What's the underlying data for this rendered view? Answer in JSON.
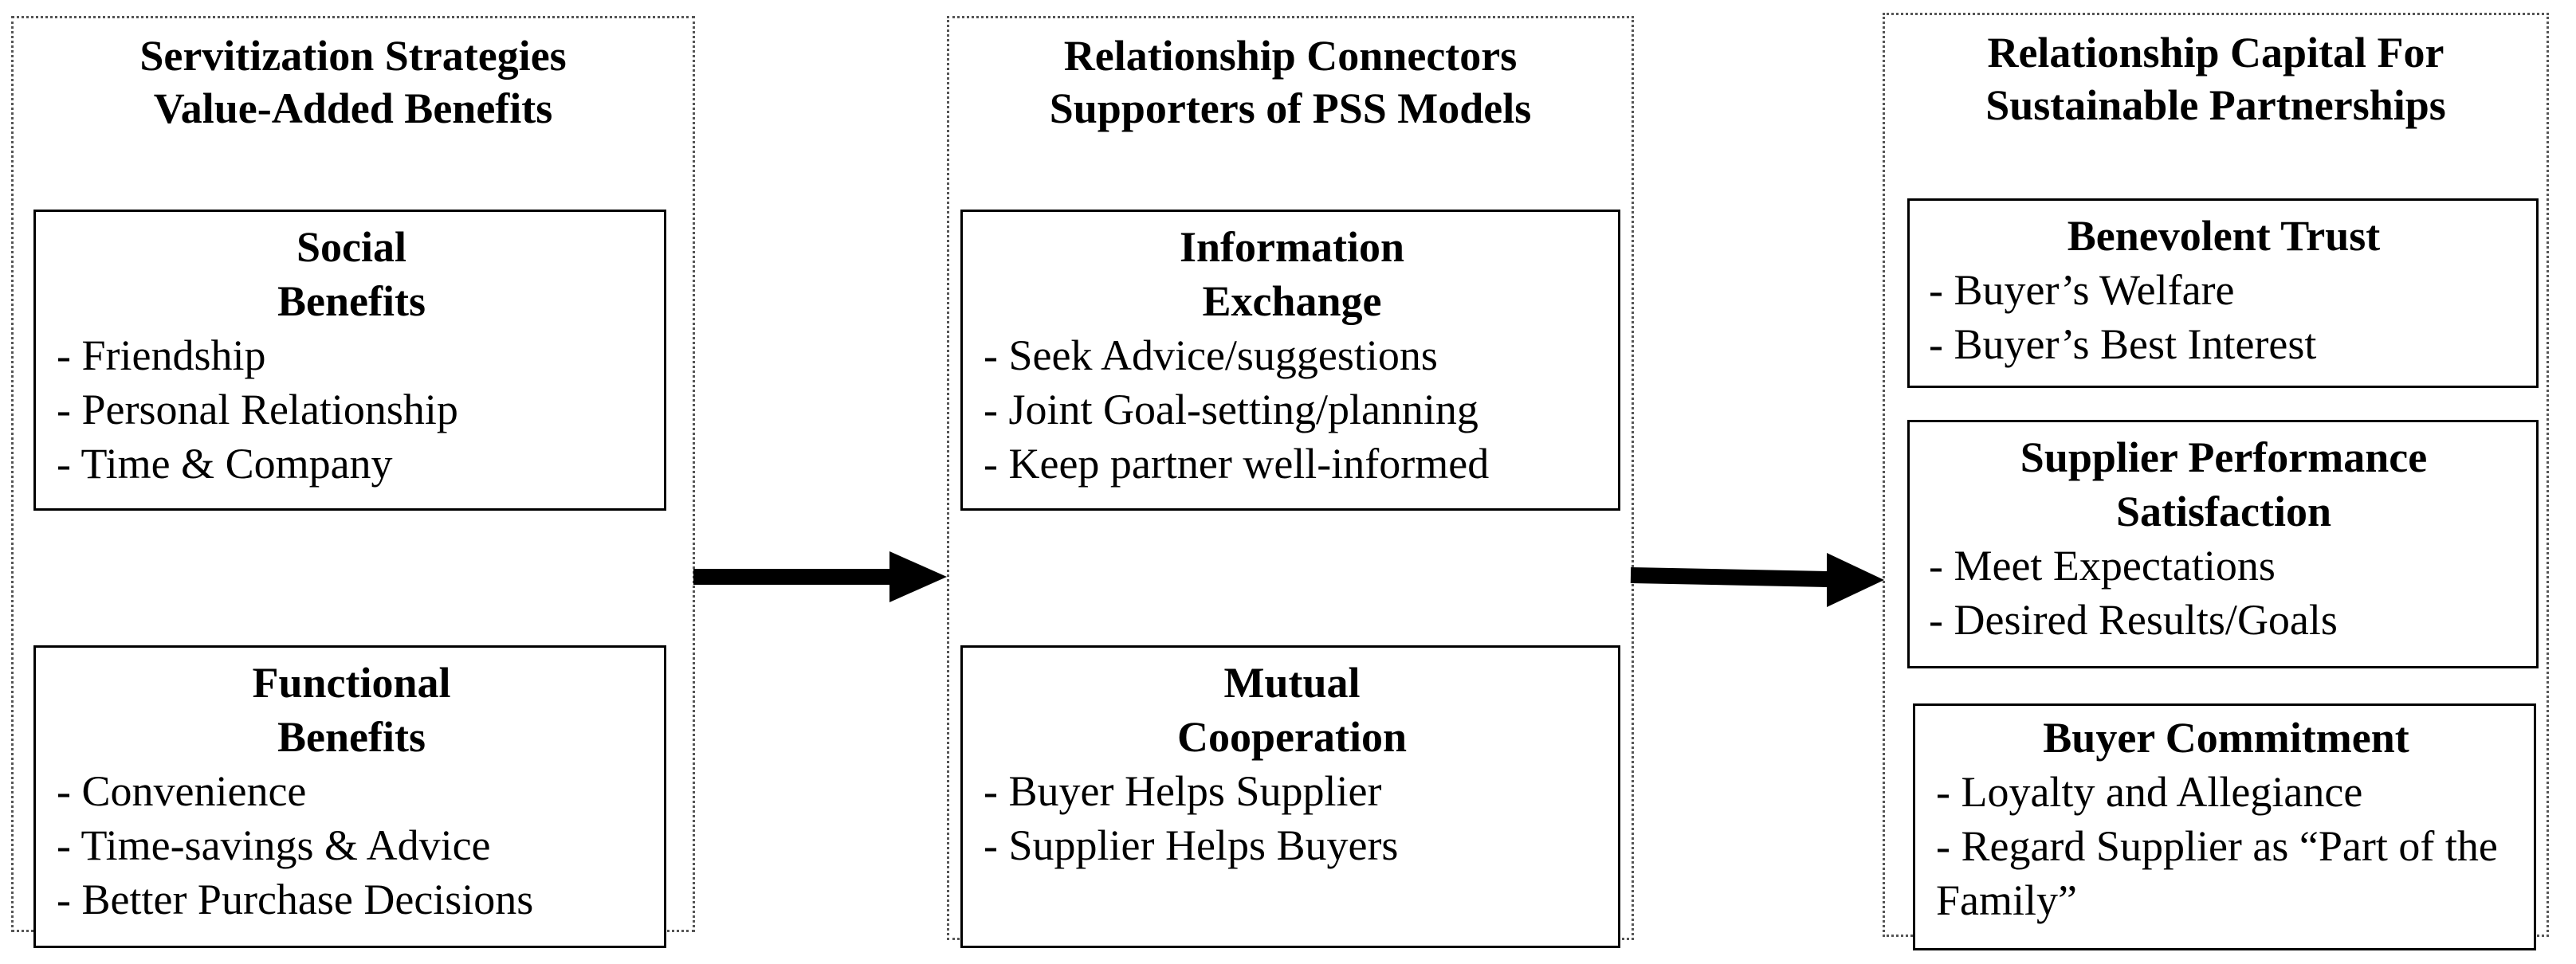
{
  "columns": [
    {
      "title_line1": "Servitization Strategies",
      "title_line2": "Value-Added Benefits",
      "boxes": [
        {
          "title_line1": "Social",
          "title_line2": "Benefits",
          "items": [
            "- Friendship",
            "- Personal Relationship",
            "- Time & Company"
          ]
        },
        {
          "title_line1": "Functional",
          "title_line2": "Benefits",
          "items": [
            "- Convenience",
            "- Time-savings & Advice",
            "- Better Purchase Decisions"
          ]
        }
      ]
    },
    {
      "title_line1": "Relationship Connectors",
      "title_line2": "Supporters of PSS Models",
      "boxes": [
        {
          "title_line1": "Information",
          "title_line2": "Exchange",
          "items": [
            "- Seek Advice/suggestions",
            "- Joint Goal-setting/planning",
            "- Keep partner well-informed"
          ]
        },
        {
          "title_line1": "Mutual",
          "title_line2": "Cooperation",
          "items": [
            "- Buyer Helps Supplier",
            "- Supplier Helps Buyers"
          ]
        }
      ]
    },
    {
      "title_line1": "Relationship Capital For",
      "title_line2": "Sustainable Partnerships",
      "boxes": [
        {
          "title_line1": "Benevolent Trust",
          "items": [
            "- Buyer’s Welfare",
            "- Buyer’s Best Interest"
          ]
        },
        {
          "title_line1": "Supplier Performance",
          "title_line2": "Satisfaction",
          "items": [
            "- Meet Expectations",
            "- Desired Results/Goals"
          ]
        },
        {
          "title_line1": "Buyer Commitment",
          "items": [
            "- Loyalty and Allegiance",
            "- Regard Supplier as “Part of the Family”"
          ]
        }
      ]
    }
  ],
  "colors": {
    "line": "#000000",
    "column_border": "#555555",
    "background": "#ffffff"
  }
}
